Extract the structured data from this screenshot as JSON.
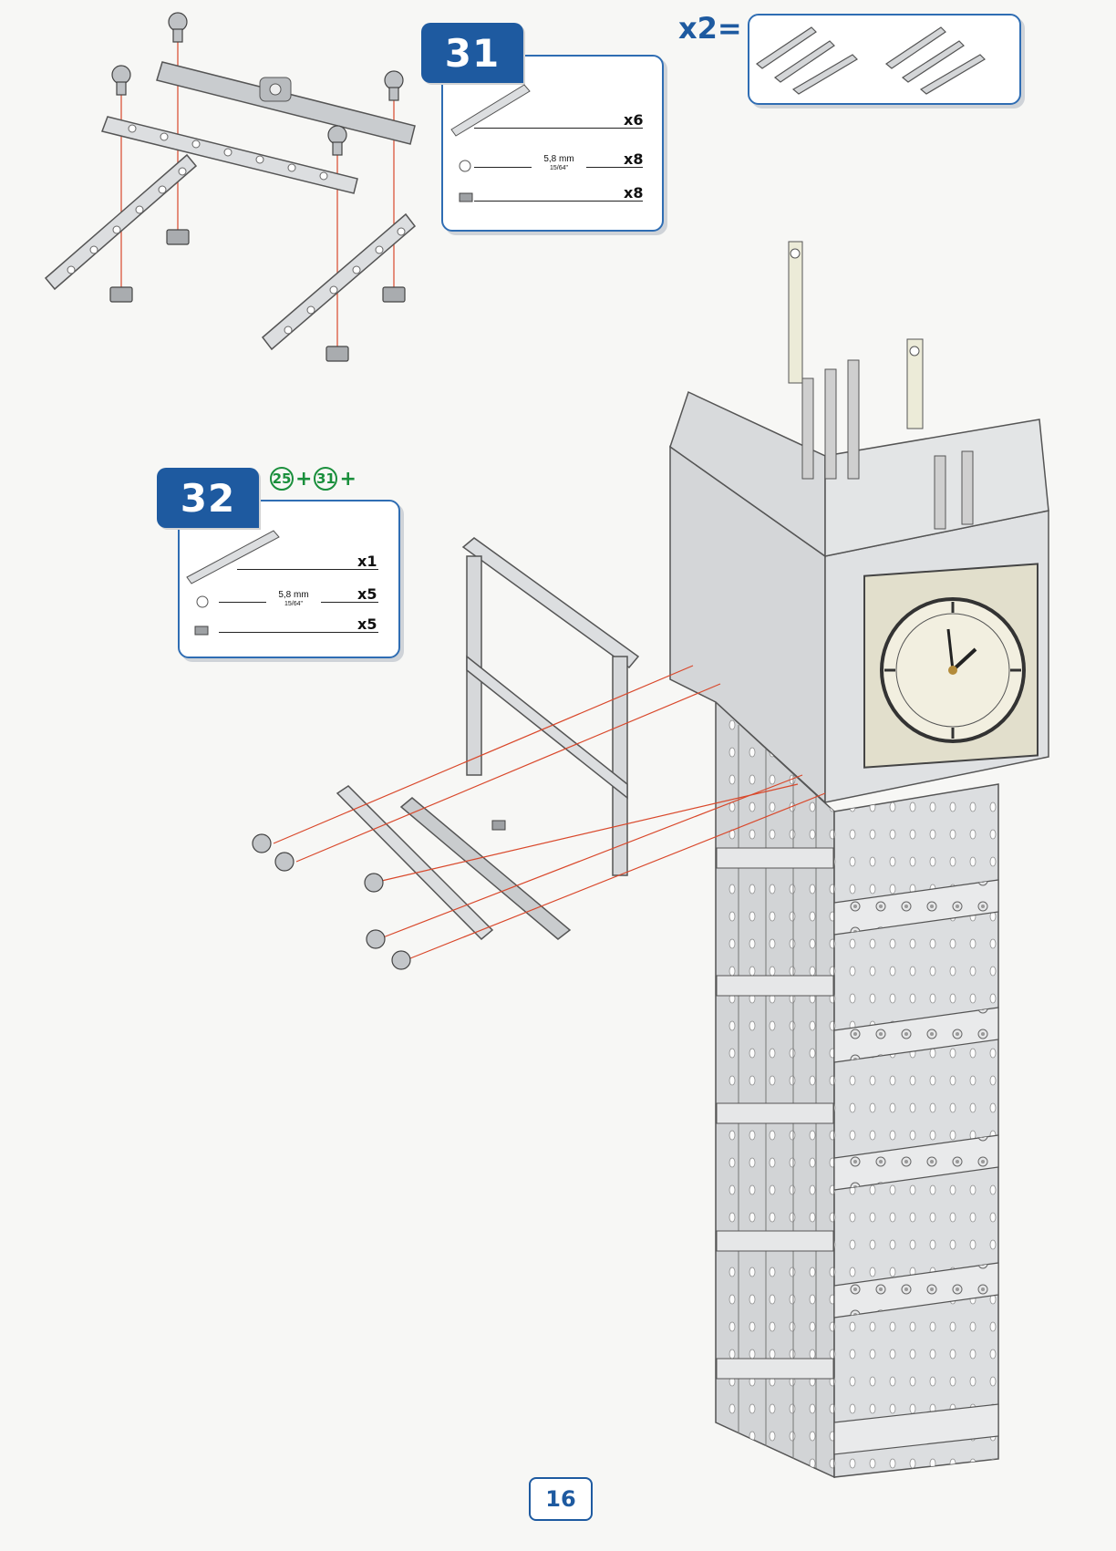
{
  "step31": {
    "number": "31",
    "parts": [
      {
        "qty": "x6"
      },
      {
        "qty": "x8",
        "dim_mm": "5,8 mm",
        "dim_in": "15/64\""
      },
      {
        "qty": "x8"
      }
    ]
  },
  "multiplier": {
    "label": "x2="
  },
  "step32": {
    "number": "32",
    "prereq": [
      "25",
      "31"
    ],
    "plus": "+",
    "parts": [
      {
        "qty": "x1"
      },
      {
        "qty": "x5",
        "dim_mm": "5,8 mm",
        "dim_in": "15/64\""
      },
      {
        "qty": "x5"
      }
    ]
  },
  "page": {
    "number": "16"
  },
  "colors": {
    "brand_blue": "#1e5aa0",
    "prereq_green": "#1a8f3c",
    "guide_line": "#d9482b",
    "metal": "#d4d6d8"
  }
}
